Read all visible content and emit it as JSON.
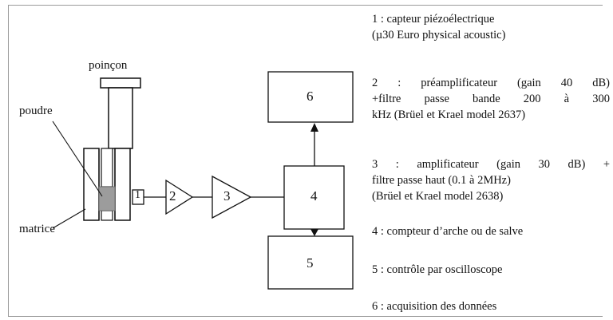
{
  "diagram": {
    "labels": {
      "poincon": "poinçon",
      "poudre": "poudre",
      "matrice": "matrice"
    },
    "boxes": {
      "b1": "1",
      "b2": "2",
      "b3": "3",
      "b4": "4",
      "b5": "5",
      "b6": "6"
    }
  },
  "legend": {
    "item1": [
      "1 : capteur piézoélectrique",
      "(µ30 Euro physical acoustic)"
    ],
    "item2": [
      "2 : préamplificateur (gain 40 dB)",
      "+filtre passe bande 200 à 300",
      "kHz (Brüel et Krael model 2637)"
    ],
    "item3": [
      "3 : amplificateur (gain 30 dB) +",
      "filtre passe haut (0.1 à 2MHz)",
      "(Brüel et Krael model 2638)"
    ],
    "item4": [
      "4 : compteur d’arche ou de salve"
    ],
    "item5": [
      "5 : contrôle par oscilloscope"
    ],
    "item6": [
      "6 : acquisition des données"
    ]
  },
  "colors": {
    "line": "#111111",
    "powder": "#9c9c9c",
    "frame": "#9a9a9a"
  }
}
